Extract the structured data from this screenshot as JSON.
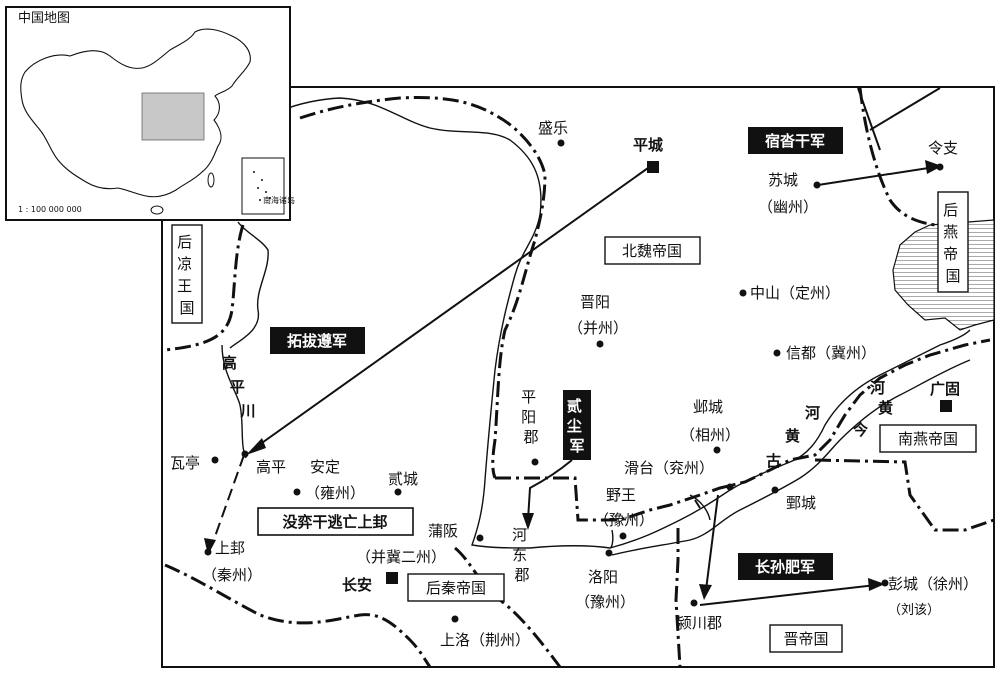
{
  "inset": {
    "title": "中国地图",
    "scale": "1 : 100 000 000",
    "islands_label": "南海诸岛"
  },
  "states": {
    "bei_wei": "北魏帝国",
    "hou_yan": "后燕帝国",
    "hou_liang": "后凉王国",
    "nan_yan": "南燕帝国",
    "hou_qin": "后秦帝国",
    "jin": "晋帝国"
  },
  "armies": {
    "tuoba_gui": "拓拔遵军",
    "su_xi_gan": "宿沓干军",
    "er_chen": "贰尘军",
    "zhangsun_fei": "长孙肥军",
    "mo_yi_gan": "没弈干逃亡上邽"
  },
  "capitals": {
    "ping_cheng": "平城",
    "chang_an": "长安",
    "guang_gu": "广固"
  },
  "places": {
    "sheng_le": "盛乐",
    "ling_zhi": "令支",
    "su_cheng": "苏城",
    "you_zhou": "（幽州）",
    "zhong_shan": "中山（定州）",
    "jin_yang": "晋阳",
    "bing_zhou": "（并州）",
    "xin_du": "信都（冀州）",
    "ping_yang": "平阳郡",
    "ye_cheng": "邺城",
    "xiang_zhou": "（相州）",
    "hua_tai": "滑台（兖州）",
    "ye_wang": "野王",
    "yu_zhou_1": "（豫州）",
    "juan_cheng": "鄄城",
    "wa_ting": "瓦亭",
    "gao_ping": "高平",
    "an_ding": "安定",
    "yong_zhou": "（雍州）",
    "er_cheng": "贰城",
    "pu_ban": "蒲阪",
    "bing_ji": "（并冀二州）",
    "he_dong": "河东郡",
    "shang_gui": "上邽",
    "qin_zhou": "（秦州）",
    "luo_yang": "洛阳",
    "yu_zhou_2": "（豫州）",
    "shang_luo": "上洛（荆州）",
    "ying_chuan": "颍川郡",
    "peng_cheng": "彭城（徐州）",
    "liu_gai": "（刘该）"
  },
  "rivers": {
    "gao_ping_chuan": "高平川",
    "gu_huang_he": "古黄河",
    "jin_huang_he": "今黄河"
  }
}
